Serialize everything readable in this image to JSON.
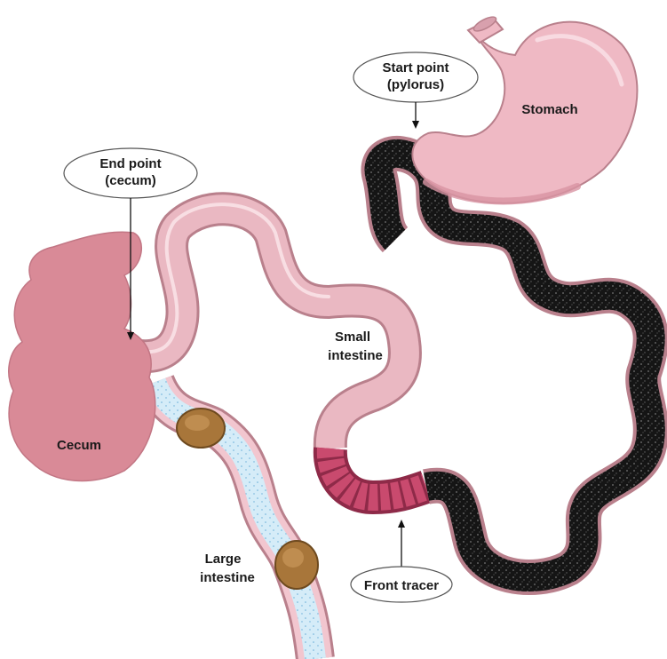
{
  "labels": {
    "start_point_line1": "Start point",
    "start_point_line2": "(pylorus)",
    "end_point_line1": "End point",
    "end_point_line2": "(cecum)",
    "stomach": "Stomach",
    "small_intestine_line1": "Small",
    "small_intestine_line2": "intestine",
    "cecum": "Cecum",
    "large_intestine_line1": "Large",
    "large_intestine_line2": "intestine",
    "front_tracer": "Front tracer"
  },
  "colors": {
    "intestine_outline": "#b9808c",
    "intestine_fill": "#eab8c2",
    "intestine_highlight": "#f7dde2",
    "tracer_dark": "#1a1a1a",
    "front_tracer_fill": "#c94a6e",
    "cecum_fill": "#d98a97",
    "stomach_fill": "#efb9c4",
    "large_intestine_fluid": "#cfe9f7",
    "fecal_bolus": "#a8763a"
  }
}
